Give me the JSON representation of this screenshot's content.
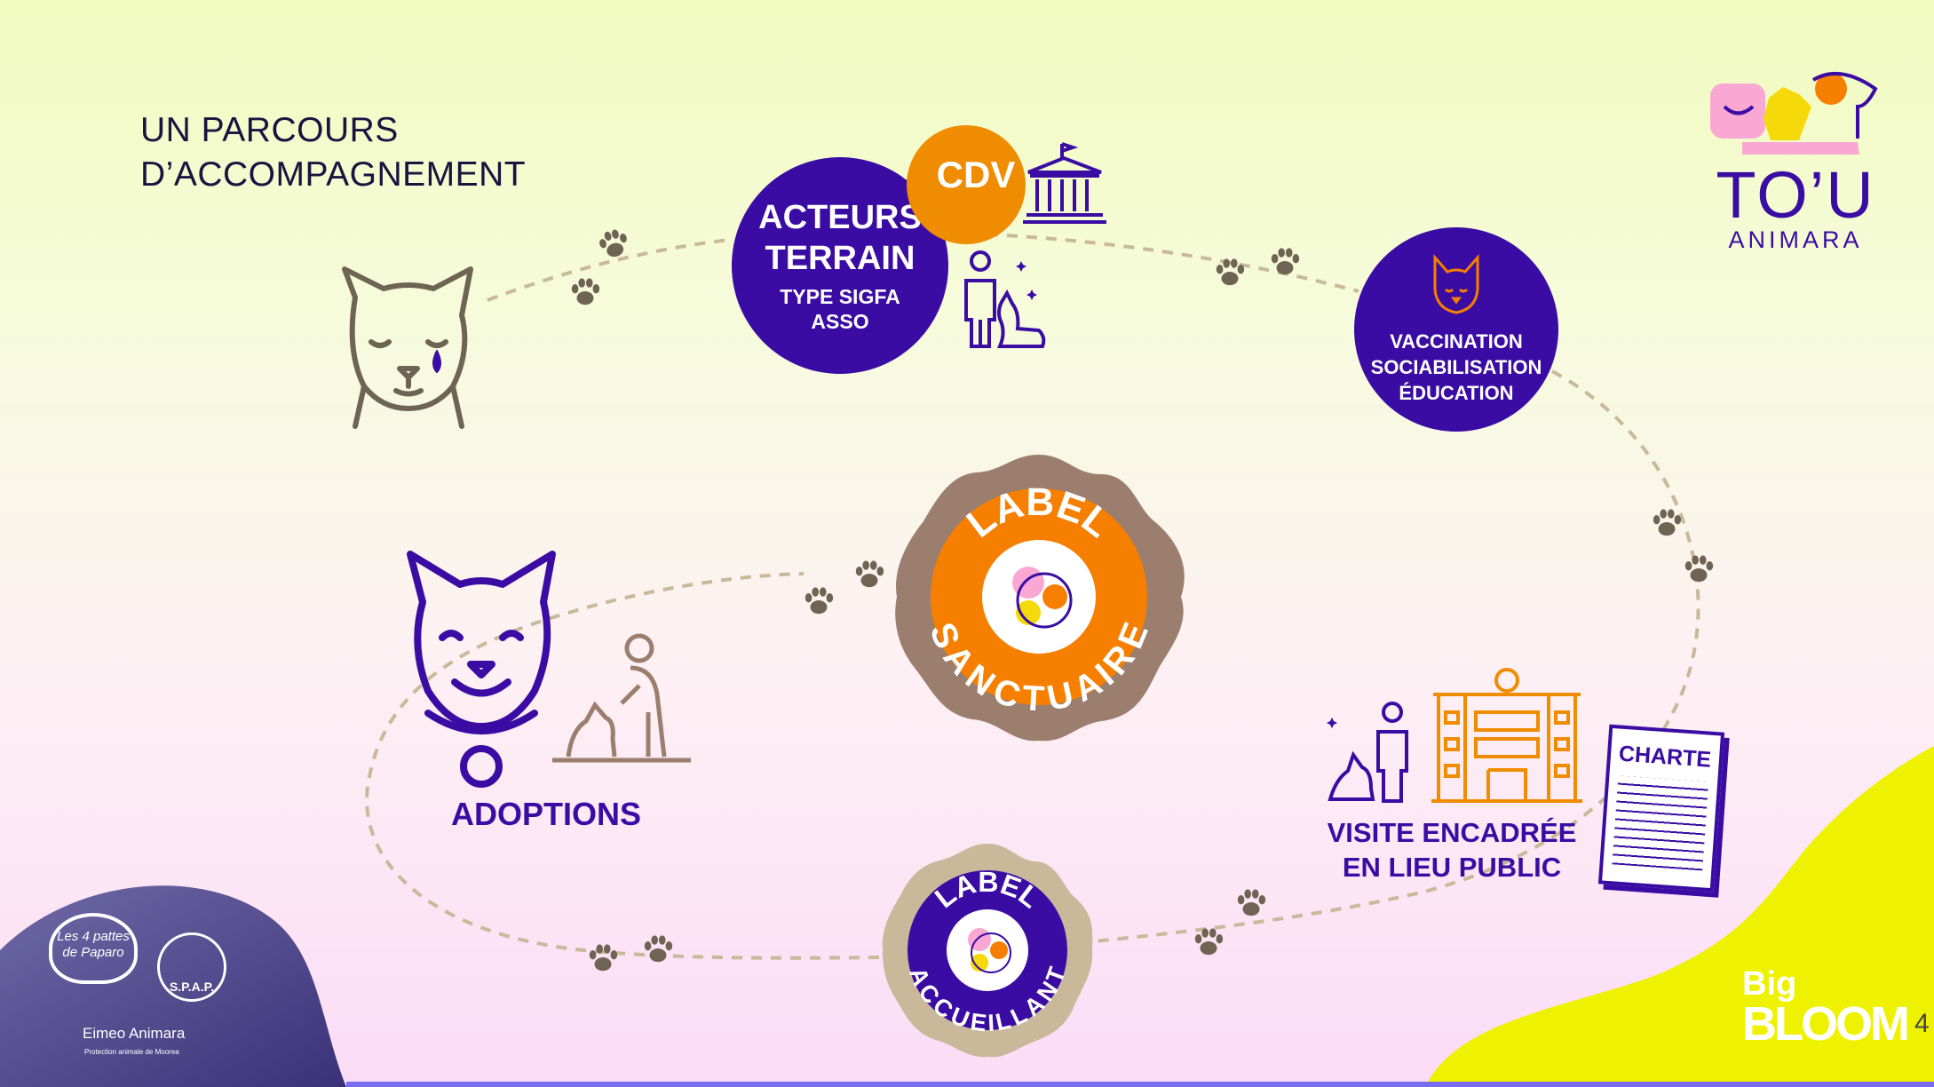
{
  "title": {
    "line1": "UN PARCOURS",
    "line2": "D’ACCOMPAGNEMENT"
  },
  "steps": {
    "acteurs": {
      "line1": "ACTEURS",
      "line2": "TERRAIN",
      "sub1": "TYPE SIGFA",
      "sub2": "ASSO"
    },
    "cdv": "CDV",
    "care": {
      "line1": "VACCINATION",
      "line2": "SOCIABILISATION",
      "line3": "ÉDUCATION"
    },
    "label_sanctuaire": {
      "top": "LABEL",
      "bottom": "SANCTUAIRE"
    },
    "label_accueillant": {
      "top": "LABEL",
      "bottom": "ACCUEILLANT"
    },
    "visite": {
      "line1": "VISITE ENCADRÉE",
      "line2": "EN LIEU PUBLIC"
    },
    "charte": "CHARTE",
    "adoptions": "ADOPTIONS"
  },
  "logos": {
    "tou": {
      "line1": "TO’U",
      "line2": "ANIMARA"
    },
    "partners": {
      "paparo": "Les 4 pattes de Paparo",
      "spap": "S.P.A.P.",
      "eimeo": "Eimeo Animara",
      "eimeo_sub": "Protection animale de Moorea"
    },
    "bigbloom": {
      "line1": "Big",
      "line2": "BLOOM"
    }
  },
  "page_number": "4",
  "colors": {
    "purple": "#3a0ca3",
    "orange": "#f77f00",
    "taupe": "#9c7e6e",
    "beige": "#c9b99a",
    "yellow": "#eef200"
  }
}
